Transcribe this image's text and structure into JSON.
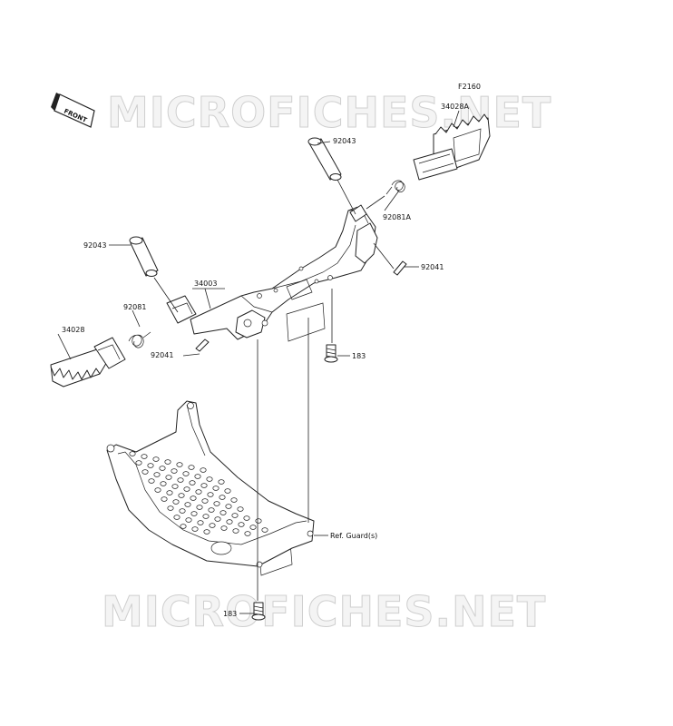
{
  "figure_code": "F2160",
  "front_badge": "FRONT",
  "watermark": {
    "top": "MICROFICHES.NET",
    "bottom": "MICROFICHES.NET"
  },
  "callouts": {
    "c34028A": "34028A",
    "c92043_right": "92043",
    "c92081A": "92081A",
    "c92041_right": "92041",
    "c92043_left": "92043",
    "c34003": "34003",
    "c92081": "92081",
    "c34028": "34028",
    "c92041_left": "92041",
    "c183_upper": "183",
    "c_ref_guard": "Ref. Guard(s)",
    "c183_lower": "183"
  }
}
